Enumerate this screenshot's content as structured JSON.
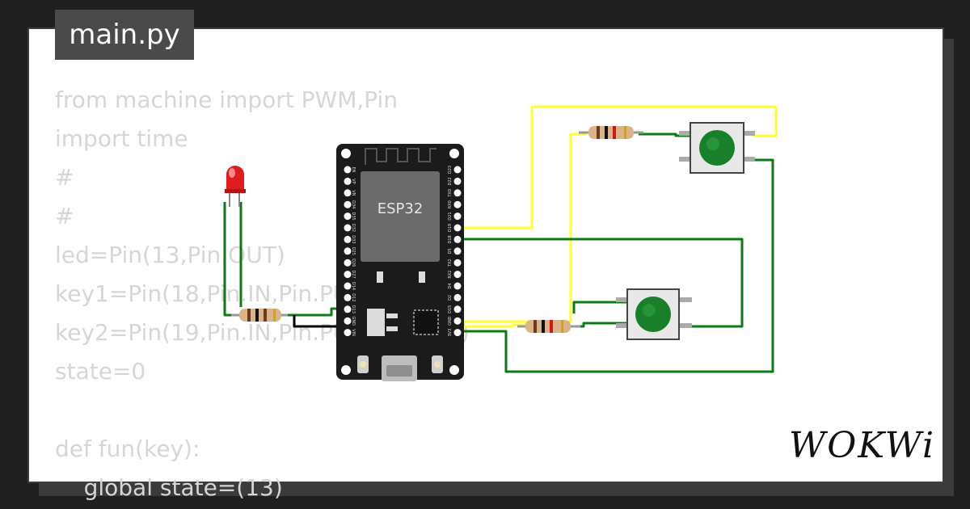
{
  "editor": {
    "tab_title": "main.py",
    "code_lines": [
      "from machine import PWM,Pin",
      "import time",
      "#",
      "#",
      "led=Pin(13,Pin.OUT)",
      "key1=Pin(18,Pin.IN,Pin.PULL_UP)",
      "key2=Pin(19,Pin.IN,Pin.PULL_DOWN)",
      "state=0",
      "",
      "def fun(key):",
      "    global state=(13)"
    ]
  },
  "circuit": {
    "board_label": "ESP32",
    "left_pins": [
      "EN",
      "VP",
      "VN",
      "D34",
      "D35",
      "D32",
      "D33",
      "D25",
      "D26",
      "D27",
      "D14",
      "D12",
      "D13",
      "GND",
      "VIN"
    ],
    "right_pins": [
      "D23",
      "D22",
      "TX0",
      "RX0",
      "D21",
      "D19",
      "D18",
      "D5",
      "TX2",
      "RX2",
      "D4",
      "D2",
      "D15",
      "GND",
      "3V3"
    ],
    "wire_colors": {
      "yellow": "#ffff33",
      "green": "#0c7a13",
      "black": "#000000"
    },
    "led_color": "#e01c1c",
    "button_color": "#1a7f2a",
    "icons": [
      "led-icon",
      "resistor-icon",
      "pushbutton-icon",
      "esp32-board-icon"
    ]
  },
  "brand": {
    "logo_text": "WOKWi"
  }
}
